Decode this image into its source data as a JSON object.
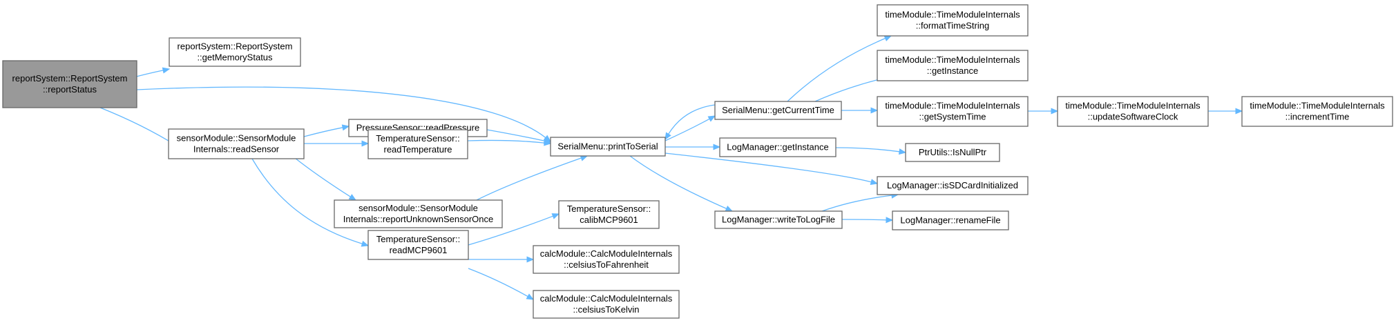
{
  "diagram": {
    "type": "call-graph",
    "colors": {
      "edge": "#63b8ff",
      "node_border": "#666666",
      "node_fill": "#ffffff",
      "root_fill": "#999999"
    },
    "nodes": [
      {
        "id": "n1",
        "lines": [
          "reportSystem::ReportSystem",
          "::reportStatus"
        ],
        "root": true
      },
      {
        "id": "n2",
        "lines": [
          "reportSystem::ReportSystem",
          "::getMemoryStatus"
        ]
      },
      {
        "id": "n3",
        "lines": [
          "sensorModule::SensorModule",
          "Internals::readSensor"
        ]
      },
      {
        "id": "n4",
        "lines": [
          "PressureSensor::readPressure"
        ]
      },
      {
        "id": "n5",
        "lines": [
          "TemperatureSensor::",
          "readTemperature"
        ]
      },
      {
        "id": "n6",
        "lines": [
          "sensorModule::SensorModule",
          "Internals::reportUnknownSensorOnce"
        ]
      },
      {
        "id": "n7",
        "lines": [
          "TemperatureSensor::",
          "readMCP9601"
        ]
      },
      {
        "id": "n8",
        "lines": [
          "SerialMenu::printToSerial"
        ]
      },
      {
        "id": "n9",
        "lines": [
          "TemperatureSensor::",
          "calibMCP9601"
        ]
      },
      {
        "id": "n10",
        "lines": [
          "calcModule::CalcModuleInternals",
          "::celsiusToFahrenheit"
        ]
      },
      {
        "id": "n11",
        "lines": [
          "calcModule::CalcModuleInternals",
          "::celsiusToKelvin"
        ]
      },
      {
        "id": "n12",
        "lines": [
          "SerialMenu::getCurrentTime"
        ]
      },
      {
        "id": "n13",
        "lines": [
          "LogManager::getInstance"
        ]
      },
      {
        "id": "n14",
        "lines": [
          "LogManager::writeToLogFile"
        ]
      },
      {
        "id": "n15",
        "lines": [
          "timeModule::TimeModuleInternals",
          "::formatTimeString"
        ]
      },
      {
        "id": "n16",
        "lines": [
          "timeModule::TimeModuleInternals",
          "::getInstance"
        ]
      },
      {
        "id": "n17",
        "lines": [
          "timeModule::TimeModuleInternals",
          "::getSystemTime"
        ]
      },
      {
        "id": "n18",
        "lines": [
          "PtrUtils::IsNullPtr"
        ]
      },
      {
        "id": "n19",
        "lines": [
          "LogManager::isSDCardInitialized"
        ]
      },
      {
        "id": "n20",
        "lines": [
          "LogManager::renameFile"
        ]
      },
      {
        "id": "n21",
        "lines": [
          "timeModule::TimeModuleInternals",
          "::updateSoftwareClock"
        ]
      },
      {
        "id": "n22",
        "lines": [
          "timeModule::TimeModuleInternals",
          "::incrementTime"
        ]
      }
    ],
    "edges": [
      {
        "from": "n1",
        "to": "n2"
      },
      {
        "from": "n1",
        "to": "n8"
      },
      {
        "from": "n1",
        "to": "n3"
      },
      {
        "from": "n3",
        "to": "n4"
      },
      {
        "from": "n3",
        "to": "n5"
      },
      {
        "from": "n3",
        "to": "n6"
      },
      {
        "from": "n3",
        "to": "n7"
      },
      {
        "from": "n4",
        "to": "n8"
      },
      {
        "from": "n5",
        "to": "n8"
      },
      {
        "from": "n6",
        "to": "n8"
      },
      {
        "from": "n7",
        "to": "n9"
      },
      {
        "from": "n7",
        "to": "n10"
      },
      {
        "from": "n7",
        "to": "n11"
      },
      {
        "from": "n8",
        "to": "n12"
      },
      {
        "from": "n8",
        "to": "n13"
      },
      {
        "from": "n8",
        "to": "n19"
      },
      {
        "from": "n8",
        "to": "n14"
      },
      {
        "from": "n12",
        "to": "n8"
      },
      {
        "from": "n12",
        "to": "n15"
      },
      {
        "from": "n12",
        "to": "n16"
      },
      {
        "from": "n12",
        "to": "n17"
      },
      {
        "from": "n13",
        "to": "n18"
      },
      {
        "from": "n14",
        "to": "n19"
      },
      {
        "from": "n14",
        "to": "n20"
      },
      {
        "from": "n17",
        "to": "n21"
      },
      {
        "from": "n21",
        "to": "n22"
      }
    ]
  }
}
